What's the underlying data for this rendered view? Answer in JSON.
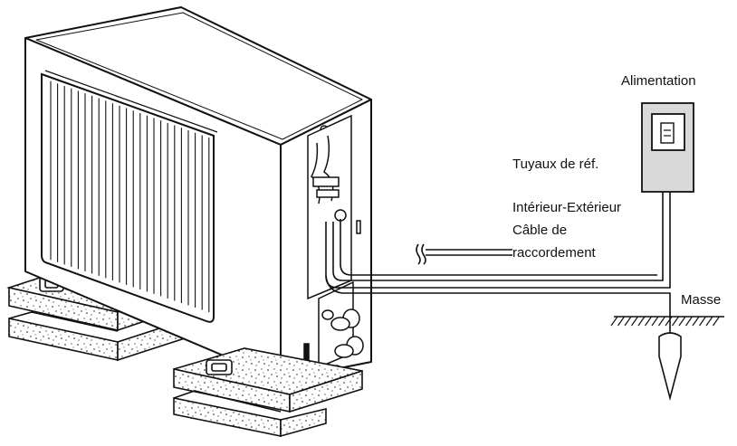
{
  "labels": {
    "power_supply": "Alimentation",
    "ref_pipes": "Tuyaux de réf.",
    "cable_line1": "Intérieur-Extérieur",
    "cable_line2": "Câble de",
    "cable_line3": "raccordement",
    "ground": "Masse"
  },
  "colors": {
    "line": "#111111",
    "fill": "#ffffff",
    "panel": "#d9d9d9"
  }
}
